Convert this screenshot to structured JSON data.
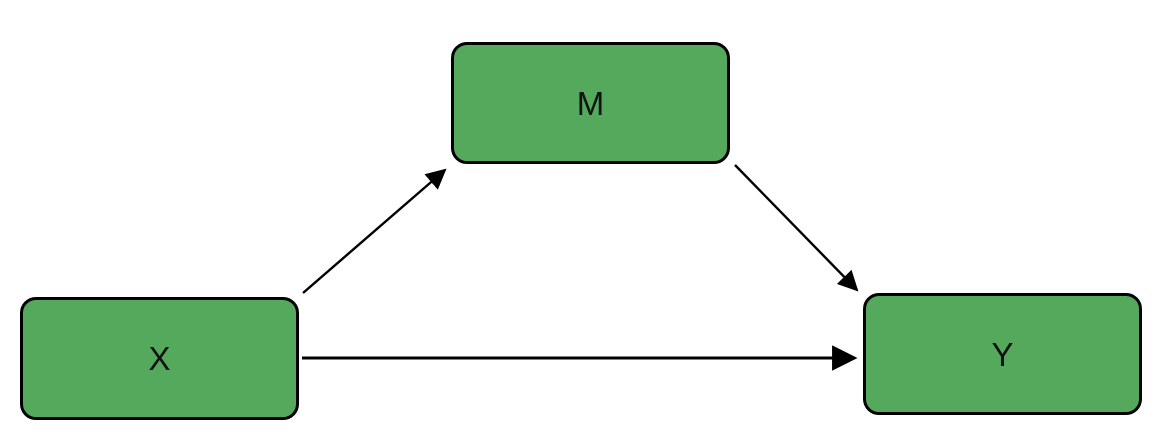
{
  "diagram": {
    "type": "mediation-path-diagram",
    "colors": {
      "node_fill": "#54a95c",
      "node_border": "#000000",
      "arrow": "#000000",
      "background": "#ffffff"
    },
    "nodes": [
      {
        "id": "X",
        "label": "X",
        "role": "predictor"
      },
      {
        "id": "M",
        "label": "M",
        "role": "mediator"
      },
      {
        "id": "Y",
        "label": "Y",
        "role": "outcome"
      }
    ],
    "edges": [
      {
        "from": "X",
        "to": "M"
      },
      {
        "from": "M",
        "to": "Y"
      },
      {
        "from": "X",
        "to": "Y"
      }
    ]
  }
}
